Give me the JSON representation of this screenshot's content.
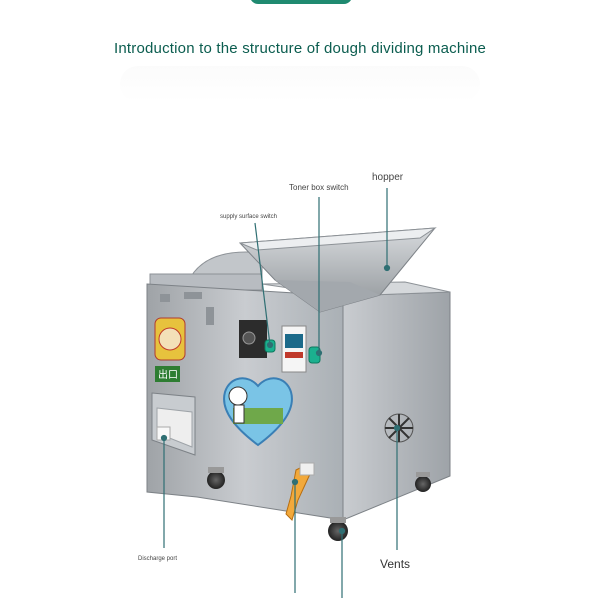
{
  "header": {
    "badge_text": "",
    "title": "Introduction to the structure of dough dividing machine"
  },
  "labels": {
    "toner_box_switch": "Toner box switch",
    "hopper": "hopper",
    "supply_surface_switch": "supply surface switch",
    "discharge_port": "Discharge port",
    "vents": "Vents",
    "bottom_cut": ""
  },
  "colors": {
    "title": "#0b5d4f",
    "badge": "#1f8a70",
    "steel": "#b9bcc0",
    "leader_line": "#2f6f73"
  }
}
